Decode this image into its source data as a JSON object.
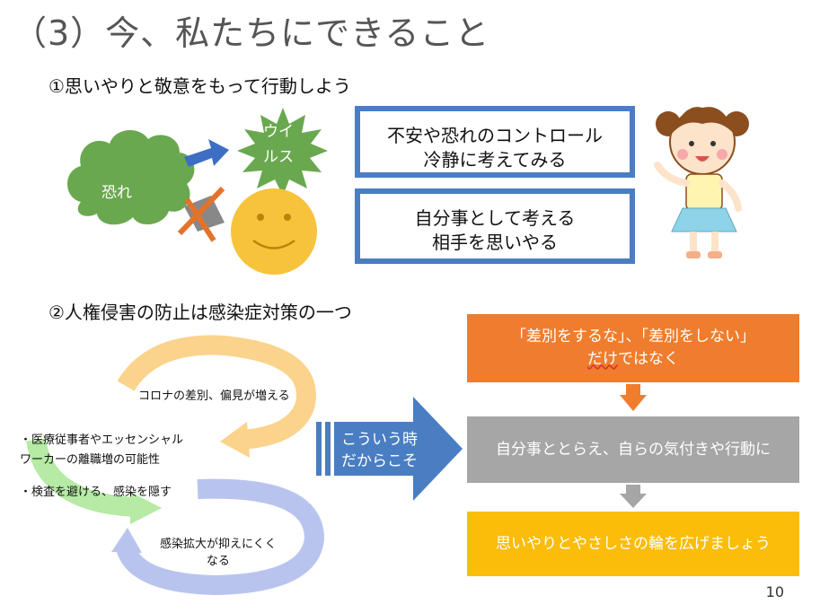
{
  "title": "（3）今、私たちにできること",
  "section1": {
    "heading": "①思いやりと敬意をもって行動しよう",
    "fear_label": "恐れ",
    "virus_label_line1": "ウイ",
    "virus_label_line2": "ルス",
    "box1_line1": "不安や恐れのコントロール",
    "box1_line2": "冷静に考えてみる",
    "box2_line1": "自分事として考える",
    "box2_line2": "相手を思いやる"
  },
  "section2": {
    "heading": "②人権侵害の防止は感染症対策の一つ",
    "cycle": {
      "item1": "コロナの差別、偏見が増える",
      "item2_line1": "・医療従事者やエッセンシャル",
      "item2_line2": "ワーカーの離職増の可能性",
      "item3": "・検査を避ける、感染を隠す",
      "item4_line1": "感染拡大が抑えにくく",
      "item4_line2": "なる"
    },
    "arrow_line1": "こういう時",
    "arrow_line2": "だからこそ",
    "flow1_line1": "「差別をするな」、「差別をしない」",
    "flow1_line2a": "だけ",
    "flow1_line2b": "ではなく",
    "flow2": "自分事ととらえ、自らの気付きや行動に",
    "flow3": "思いやりとやさしさの輪を広げましょう"
  },
  "page_number": "10",
  "colors": {
    "blue_border": "#4a7ec2",
    "orange": "#ef7d2d",
    "gray": "#a6a6a6",
    "yellow": "#fbbd0a",
    "green": "#6aa84f"
  }
}
